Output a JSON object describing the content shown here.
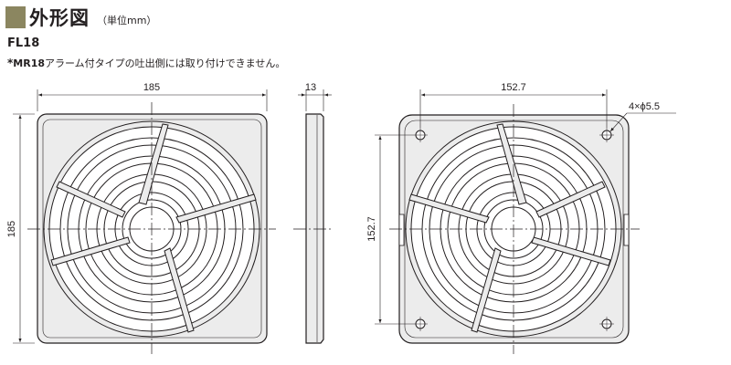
{
  "header": {
    "title": "外形図",
    "unit": "（単位mm）",
    "accent_color": "#8b8660"
  },
  "model": "FL18",
  "note": {
    "star": "*",
    "model_ref": "MR18",
    "text": "アラーム付タイプの吐出側には取り付けできません。"
  },
  "front_view": {
    "width_label": "185",
    "height_label": "185"
  },
  "side_view": {
    "depth_label": "13"
  },
  "back_view": {
    "pitch_h_label": "152.7",
    "pitch_v_label": "152.7",
    "hole_label": "4×ϕ5.5"
  },
  "colors": {
    "frame_fill": "#ececec",
    "line": "#231f20"
  }
}
